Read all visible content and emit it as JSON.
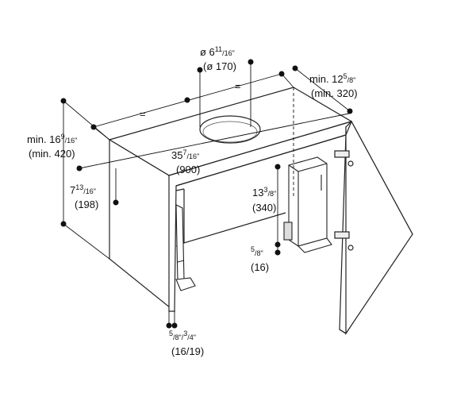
{
  "diagram": {
    "labels": {
      "duct_diameter_in": {
        "prefix": "ø 6",
        "sup": "11",
        "sub": "/16\""
      },
      "duct_diameter_mm": "(ø 170)",
      "depth_in": {
        "prefix": "min. 12",
        "sup": "5",
        "sub": "/8\""
      },
      "depth_mm": "(min. 320)",
      "height_in": {
        "prefix": "min. 16",
        "sup": "9",
        "sub": "/16\""
      },
      "height_mm": "(min. 420)",
      "width_in": {
        "prefix": "35",
        "sup": "7",
        "sub": "/16\""
      },
      "width_mm": "(900)",
      "upper_height_in": {
        "prefix": "7",
        "sup": "13",
        "sub": "/16\""
      },
      "upper_height_mm": "(198)",
      "interior_height_in": {
        "prefix": "13",
        "sup": "3",
        "sub": "/8\""
      },
      "interior_height_mm": "(340)",
      "panel_thickness_in": {
        "prefix": "",
        "sup": "5",
        "sub": "/8\""
      },
      "panel_thickness_mm": "(16)",
      "side_thickness_in": {
        "sup1": "5",
        "mid": "/8\"/",
        "sup2": "3",
        "sub": "/4\""
      },
      "side_thickness_mm": "(16/19)",
      "equal_left": "=",
      "equal_right": "="
    }
  }
}
